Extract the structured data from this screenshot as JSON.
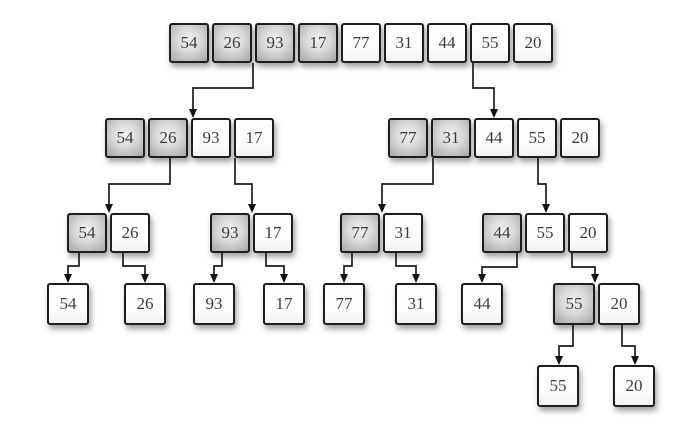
{
  "diagram": {
    "name": "merge-sort-split-tree",
    "nodes": [
      {
        "id": "n1",
        "level": 1,
        "values": [
          54,
          26,
          93,
          17,
          77,
          31,
          44,
          55,
          20
        ],
        "shaded": [
          1,
          1,
          1,
          1,
          0,
          0,
          0,
          0,
          0
        ]
      },
      {
        "id": "n2",
        "level": 2,
        "values": [
          54,
          26,
          93,
          17
        ],
        "shaded": [
          1,
          1,
          0,
          0
        ]
      },
      {
        "id": "n3",
        "level": 2,
        "values": [
          77,
          31,
          44,
          55,
          20
        ],
        "shaded": [
          1,
          1,
          0,
          0,
          0
        ]
      },
      {
        "id": "n4",
        "level": 3,
        "values": [
          54,
          26
        ],
        "shaded": [
          1,
          0
        ]
      },
      {
        "id": "n5",
        "level": 3,
        "values": [
          93,
          17
        ],
        "shaded": [
          1,
          0
        ]
      },
      {
        "id": "n6",
        "level": 3,
        "values": [
          77,
          31
        ],
        "shaded": [
          1,
          0
        ]
      },
      {
        "id": "n7",
        "level": 3,
        "values": [
          44,
          55,
          20
        ],
        "shaded": [
          1,
          0,
          0
        ]
      },
      {
        "id": "n8",
        "level": 4,
        "values": [
          54
        ],
        "shaded": [
          0
        ]
      },
      {
        "id": "n9",
        "level": 4,
        "values": [
          26
        ],
        "shaded": [
          0
        ]
      },
      {
        "id": "n10",
        "level": 4,
        "values": [
          93
        ],
        "shaded": [
          0
        ]
      },
      {
        "id": "n11",
        "level": 4,
        "values": [
          17
        ],
        "shaded": [
          0
        ]
      },
      {
        "id": "n12",
        "level": 4,
        "values": [
          77
        ],
        "shaded": [
          0
        ]
      },
      {
        "id": "n13",
        "level": 4,
        "values": [
          31
        ],
        "shaded": [
          0
        ]
      },
      {
        "id": "n14",
        "level": 4,
        "values": [
          44
        ],
        "shaded": [
          0
        ]
      },
      {
        "id": "n15",
        "level": 4,
        "values": [
          55,
          20
        ],
        "shaded": [
          1,
          0
        ]
      },
      {
        "id": "n16",
        "level": 5,
        "values": [
          55
        ],
        "shaded": [
          0
        ]
      },
      {
        "id": "n17",
        "level": 5,
        "values": [
          20
        ],
        "shaded": [
          0
        ]
      }
    ],
    "edges": [
      [
        "n1",
        "n2"
      ],
      [
        "n1",
        "n3"
      ],
      [
        "n2",
        "n4"
      ],
      [
        "n2",
        "n5"
      ],
      [
        "n3",
        "n6"
      ],
      [
        "n3",
        "n7"
      ],
      [
        "n4",
        "n8"
      ],
      [
        "n4",
        "n9"
      ],
      [
        "n5",
        "n10"
      ],
      [
        "n5",
        "n11"
      ],
      [
        "n6",
        "n12"
      ],
      [
        "n6",
        "n13"
      ],
      [
        "n7",
        "n14"
      ],
      [
        "n7",
        "n15"
      ],
      [
        "n15",
        "n16"
      ],
      [
        "n15",
        "n17"
      ]
    ],
    "colors": {
      "background": "#fffffe",
      "cell_border": "#1e1e1e",
      "cell_white": "#ffffff",
      "cell_shaded_center": "#f1f1f1",
      "cell_shaded_edge": "#a6a6a6",
      "arrow": "#1d1d1d",
      "text": "#3c3c3c"
    }
  }
}
